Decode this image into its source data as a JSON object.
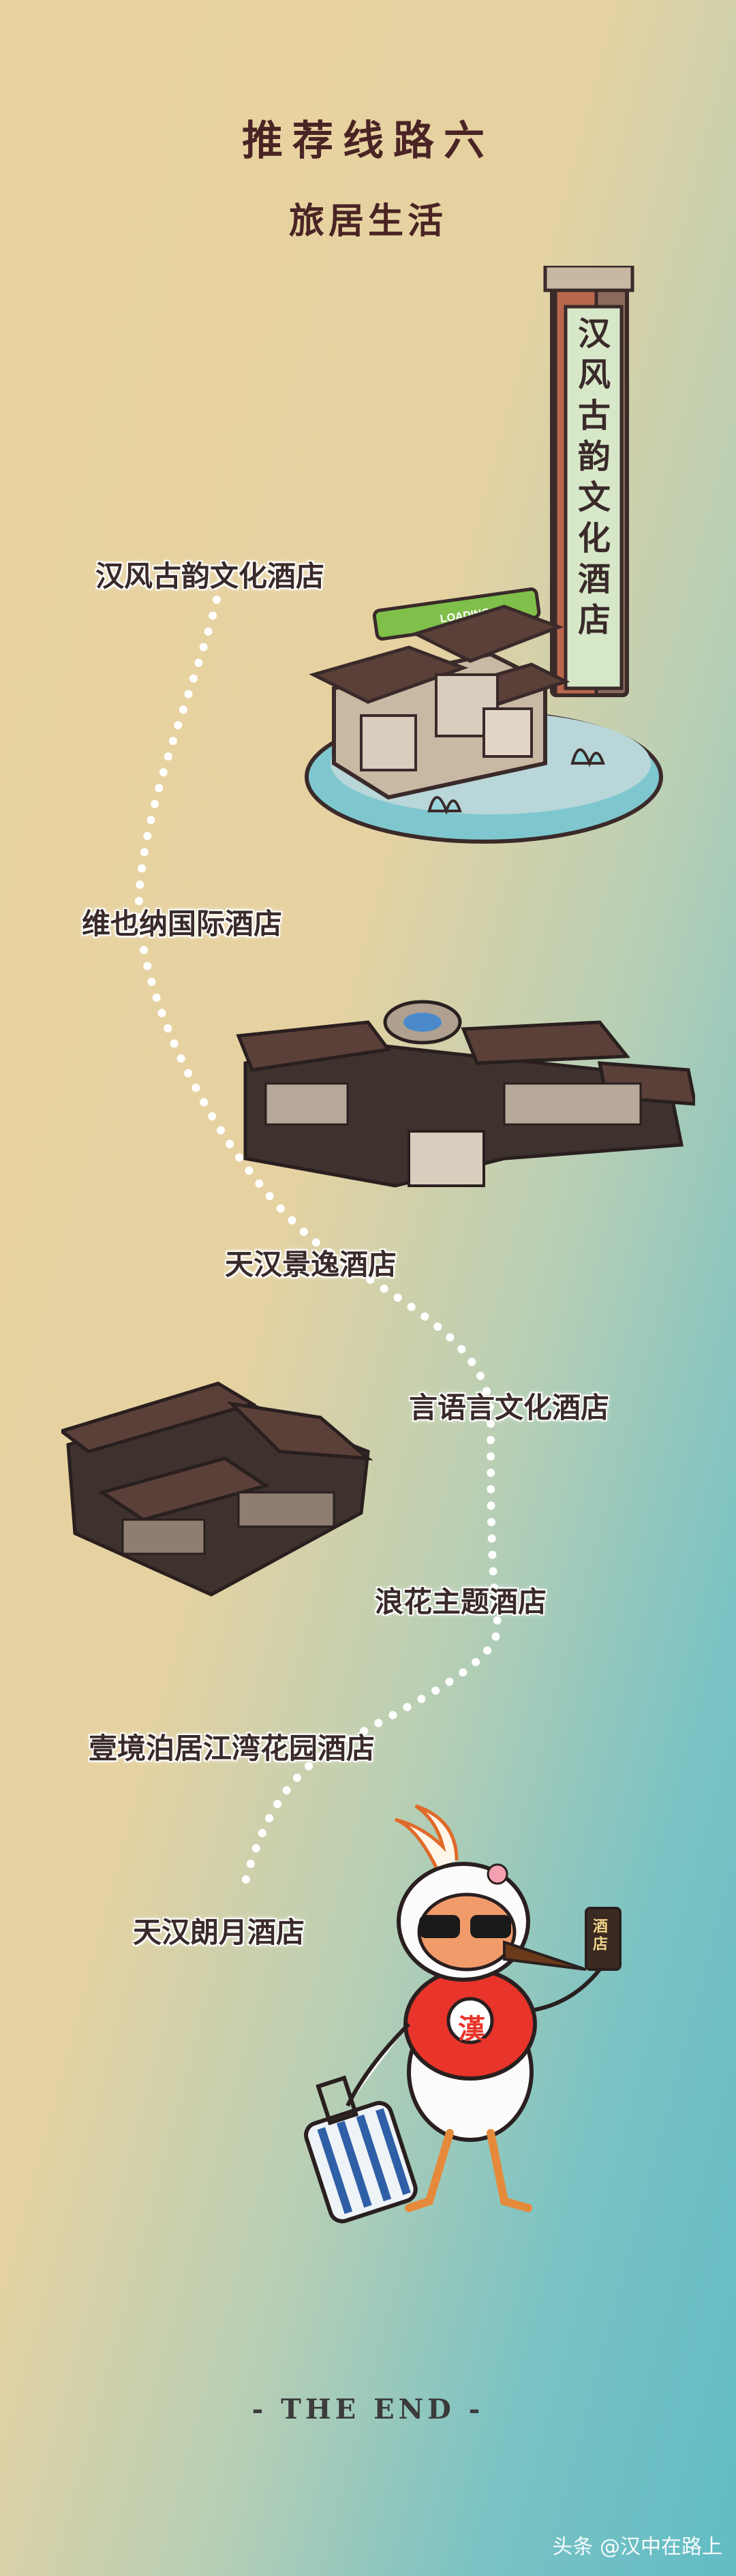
{
  "header": {
    "title": "推荐线路六",
    "subtitle": "旅居生活"
  },
  "sign": {
    "chars": [
      "汉",
      "风",
      "古",
      "韵",
      "文",
      "化",
      "酒",
      "店"
    ],
    "banner": "LOADING"
  },
  "stops": [
    {
      "label": "汉风古韵文化酒店"
    },
    {
      "label": "维也纳国际酒店"
    },
    {
      "label": "天汉景逸酒店"
    },
    {
      "label": "言语言文化酒店"
    },
    {
      "label": "浪花主题酒店"
    },
    {
      "label": "壹境泊居江湾花园酒店"
    },
    {
      "label": "天汉朗月酒店"
    }
  ],
  "mascot": {
    "shirt_char": "漢",
    "card_text": "酒店"
  },
  "footer": {
    "end_text": "- THE END -",
    "watermark": "头条 @汉中在路上"
  },
  "colors": {
    "title": "#4a2424",
    "sand": "#e6d2a1",
    "sea": "#62bcc4",
    "roof": "#5a4038",
    "wall": "#c8b7a2"
  }
}
